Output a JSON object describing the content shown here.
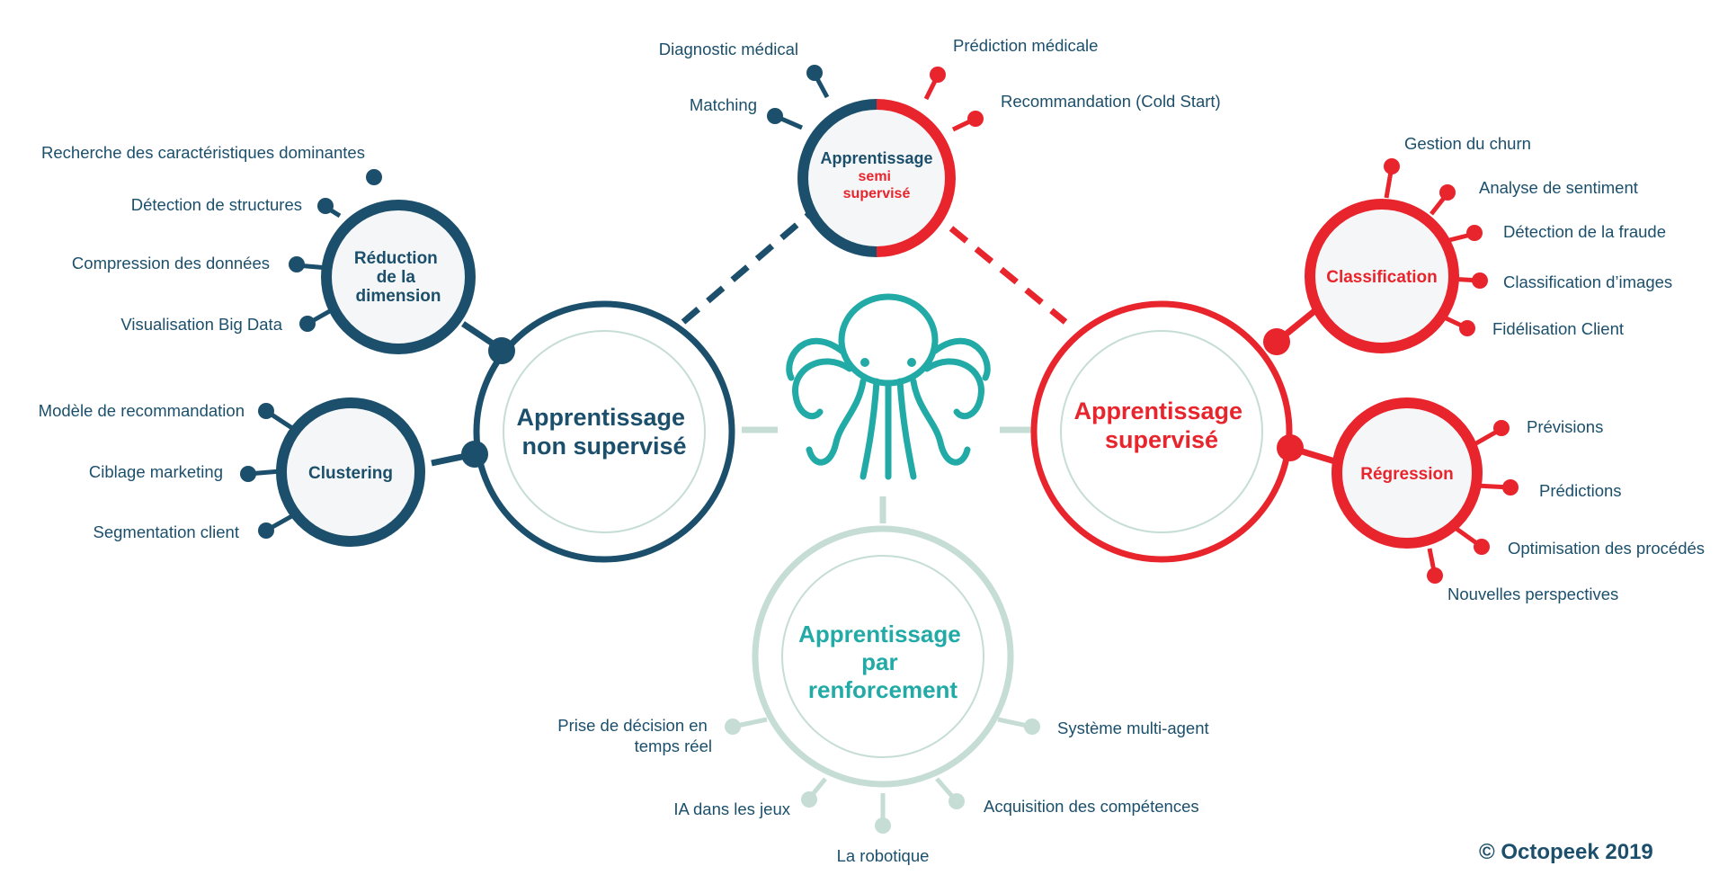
{
  "colors": {
    "navy": "#1b4f6b",
    "red": "#e8242c",
    "teal_light": "#c5ddd4",
    "teal": "#22aaa6",
    "fill_grey": "#f5f6f7"
  },
  "center_logo": {
    "icon": "octopus-icon"
  },
  "unsupervised": {
    "title_lines": [
      "Apprentissage",
      "non supervisé"
    ],
    "dimension_reduction": {
      "title_lines": [
        "Réduction",
        "de la",
        "dimension"
      ],
      "items": [
        "Recherche des caractéristiques dominantes",
        "Détection de structures",
        "Compression des données",
        "Visualisation Big Data"
      ]
    },
    "clustering": {
      "title": "Clustering",
      "items": [
        "Modèle de recommandation",
        "Ciblage marketing",
        "Segmentation client"
      ]
    }
  },
  "supervised": {
    "title_lines": [
      "Apprentissage",
      "supervisé"
    ],
    "classification": {
      "title": "Classification",
      "items": [
        "Gestion du churn",
        "Analyse de sentiment",
        "Détection de la fraude",
        "Classification d’images",
        "Fidélisation Client"
      ]
    },
    "regression": {
      "title": "Régression",
      "items": [
        "Prévisions",
        "Prédictions",
        "Optimisation des procédés",
        "Nouvelles perspectives"
      ]
    }
  },
  "semi_supervised": {
    "title_line": "Apprentissage",
    "subtitle_lines": [
      "semi",
      "supervisé"
    ],
    "items_left": [
      "Diagnostic médical",
      "Matching"
    ],
    "items_right": [
      "Prédiction médicale",
      "Recommandation (Cold Start)"
    ]
  },
  "reinforcement": {
    "title_lines": [
      "Apprentissage",
      "par",
      "renforcement"
    ],
    "items": {
      "decision": [
        "Prise de décision en",
        "temps réel"
      ],
      "games": "IA dans les jeux",
      "robotics": "La robotique",
      "skills": "Acquisition des compétences",
      "multi_agent": "Système multi-agent"
    }
  },
  "credit": "© Octopeek 2019"
}
